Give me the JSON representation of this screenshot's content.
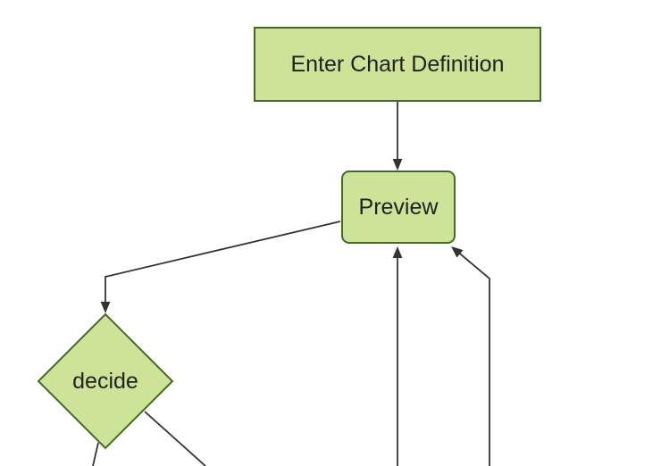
{
  "diagram": {
    "type": "flowchart",
    "direction": "top-down",
    "nodes": {
      "enter_chart_definition": {
        "label": "Enter Chart Definition",
        "shape": "rectangle"
      },
      "preview": {
        "label": "Preview",
        "shape": "rounded-rectangle"
      },
      "decide": {
        "label": "decide",
        "shape": "diamond"
      }
    },
    "edges": [
      {
        "from": "enter_chart_definition",
        "to": "preview",
        "arrowhead": "visible"
      },
      {
        "from": "preview",
        "to": "decide",
        "arrowhead": "visible"
      },
      {
        "from": "offscreen_bottom",
        "to": "preview",
        "arrowhead": "visible"
      },
      {
        "from": "offscreen_bottom_right",
        "to": "preview",
        "arrowhead": "visible"
      },
      {
        "from": "decide",
        "to": "offscreen_bottom_left",
        "arrowhead": "offscreen"
      },
      {
        "from": "decide",
        "to": "offscreen_bottom_right",
        "arrowhead": "offscreen"
      }
    ],
    "colors": {
      "node_fill": "#cde498",
      "node_border": "#466928",
      "edge": "#333333",
      "label": "#222222",
      "background": "#ffffff"
    }
  }
}
